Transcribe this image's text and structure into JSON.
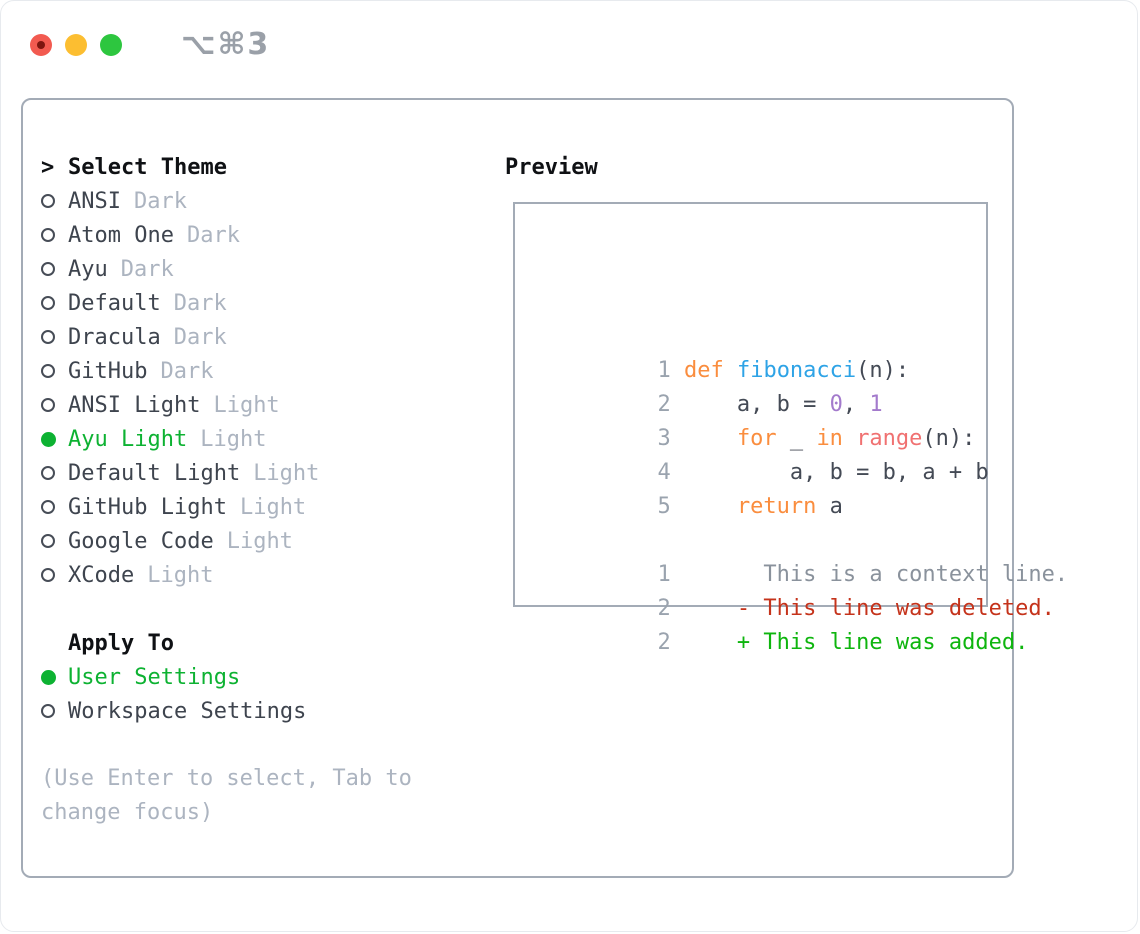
{
  "window": {
    "shortcut": "⌥⌘3",
    "traffic_lights": {
      "red": "#f25a50",
      "red_dot": "#7d150f",
      "yellow": "#fcbe31",
      "green": "#2dc63f"
    }
  },
  "theme_panel": {
    "prompt": ">",
    "title": "Select Theme",
    "items": [
      {
        "name": "ANSI",
        "variant": "Dark",
        "selected": false
      },
      {
        "name": "Atom One",
        "variant": "Dark",
        "selected": false
      },
      {
        "name": "Ayu",
        "variant": "Dark",
        "selected": false
      },
      {
        "name": "Default",
        "variant": "Dark",
        "selected": false
      },
      {
        "name": "Dracula",
        "variant": "Dark",
        "selected": false
      },
      {
        "name": "GitHub",
        "variant": "Dark",
        "selected": false
      },
      {
        "name": "ANSI Light",
        "variant": "Light",
        "selected": false
      },
      {
        "name": "Ayu Light",
        "variant": "Light",
        "selected": true
      },
      {
        "name": "Default Light",
        "variant": "Light",
        "selected": false
      },
      {
        "name": "GitHub Light",
        "variant": "Light",
        "selected": false
      },
      {
        "name": "Google Code",
        "variant": "Light",
        "selected": false
      },
      {
        "name": "XCode",
        "variant": "Light",
        "selected": false
      }
    ],
    "apply_to": {
      "title": "Apply To",
      "options": [
        {
          "name": "User Settings",
          "selected": true
        },
        {
          "name": "Workspace Settings",
          "selected": false
        }
      ]
    },
    "hint_lines": [
      "(Use Enter to select, Tab to",
      "change focus)"
    ]
  },
  "preview": {
    "title": "Preview",
    "lines": [
      {
        "segments": [
          {
            "t": "1 ",
            "c": "lineno"
          },
          {
            "t": "def",
            "c": "keyword"
          },
          {
            "t": " ",
            "c": "fg"
          },
          {
            "t": "fibonacci",
            "c": "function"
          },
          {
            "t": "(n):",
            "c": "fg"
          }
        ]
      },
      {
        "segments": [
          {
            "t": "2 ",
            "c": "lineno"
          },
          {
            "t": "    a, b = ",
            "c": "fg"
          },
          {
            "t": "0",
            "c": "number"
          },
          {
            "t": ", ",
            "c": "fg"
          },
          {
            "t": "1",
            "c": "number"
          }
        ]
      },
      {
        "segments": [
          {
            "t": "3 ",
            "c": "lineno"
          },
          {
            "t": "    ",
            "c": "fg"
          },
          {
            "t": "for",
            "c": "keyword"
          },
          {
            "t": " _ ",
            "c": "fg"
          },
          {
            "t": "in",
            "c": "keyword"
          },
          {
            "t": " ",
            "c": "fg"
          },
          {
            "t": "range",
            "c": "builtin"
          },
          {
            "t": "(n):",
            "c": "fg"
          }
        ]
      },
      {
        "segments": [
          {
            "t": "4 ",
            "c": "lineno"
          },
          {
            "t": "        a, b = b, a + b",
            "c": "fg"
          }
        ]
      },
      {
        "segments": [
          {
            "t": "5 ",
            "c": "lineno"
          },
          {
            "t": "    ",
            "c": "fg"
          },
          {
            "t": "return",
            "c": "keyword"
          },
          {
            "t": " a",
            "c": "fg"
          }
        ]
      },
      {
        "segments": []
      },
      {
        "segments": [
          {
            "t": "1",
            "c": "lineno"
          },
          {
            "t": "       This is a context line.",
            "c": "context"
          }
        ]
      },
      {
        "segments": [
          {
            "t": "2",
            "c": "lineno"
          },
          {
            "t": "     - This line was deleted.",
            "c": "deleted"
          }
        ]
      },
      {
        "segments": [
          {
            "t": "2",
            "c": "lineno"
          },
          {
            "t": "     + This line was added.",
            "c": "added"
          }
        ]
      }
    ]
  },
  "colors": {
    "keyword": "#fa8d3e",
    "function": "#2ea3e6",
    "builtin": "#f07171",
    "number": "#a37acc",
    "fg": "#444a55",
    "lineno": "#9aa3ae",
    "context": "#8a929c",
    "deleted": "#c5331b",
    "added": "#0eb50e",
    "ui_green": "#0db232"
  }
}
